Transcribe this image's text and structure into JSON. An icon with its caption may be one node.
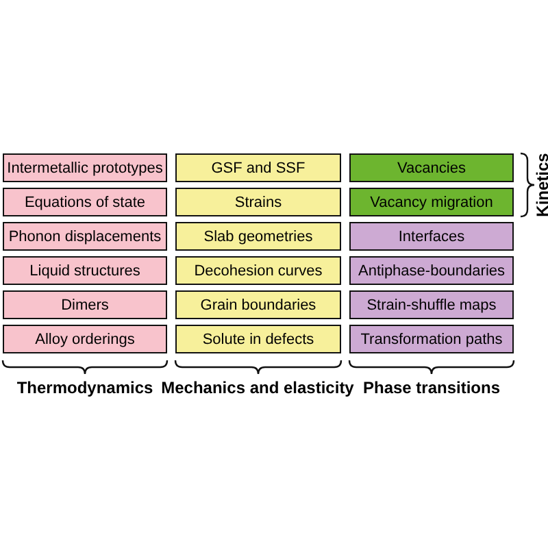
{
  "diagram": {
    "nodes": [
      {
        "text": [
          "Intermetallic prototypes"
        ]
      },
      {
        "text": [
          "GSF and SSF"
        ]
      },
      {
        "text": [
          "Vacancies"
        ]
      },
      {
        "text": [
          "Equations of state"
        ]
      },
      {
        "text": [
          "Strains"
        ]
      },
      {
        "text": [
          "Vacancy migration"
        ]
      },
      {
        "text": [
          "Phonon displacements"
        ]
      },
      {
        "text": [
          "Slab geometries"
        ]
      },
      {
        "text": [
          "Interfaces"
        ]
      },
      {
        "text": [
          "Liquid structures"
        ]
      },
      {
        "text": [
          "Decohesion curves"
        ]
      },
      {
        "text": [
          "Antiphase-boundaries"
        ]
      },
      {
        "text": [
          "Dimers"
        ]
      },
      {
        "text": [
          "Grain boundaries"
        ]
      },
      {
        "text": [
          "Strain-shuffle maps"
        ]
      },
      {
        "text": [
          "Alloy orderings"
        ]
      },
      {
        "text": [
          "Solute in defects"
        ]
      },
      {
        "text": [
          "Transformation paths"
        ]
      }
    ],
    "labels": [
      "Kinetics",
      "Thermodynamics",
      "Mechanics and elasticity",
      "Phase transitions"
    ]
  }
}
